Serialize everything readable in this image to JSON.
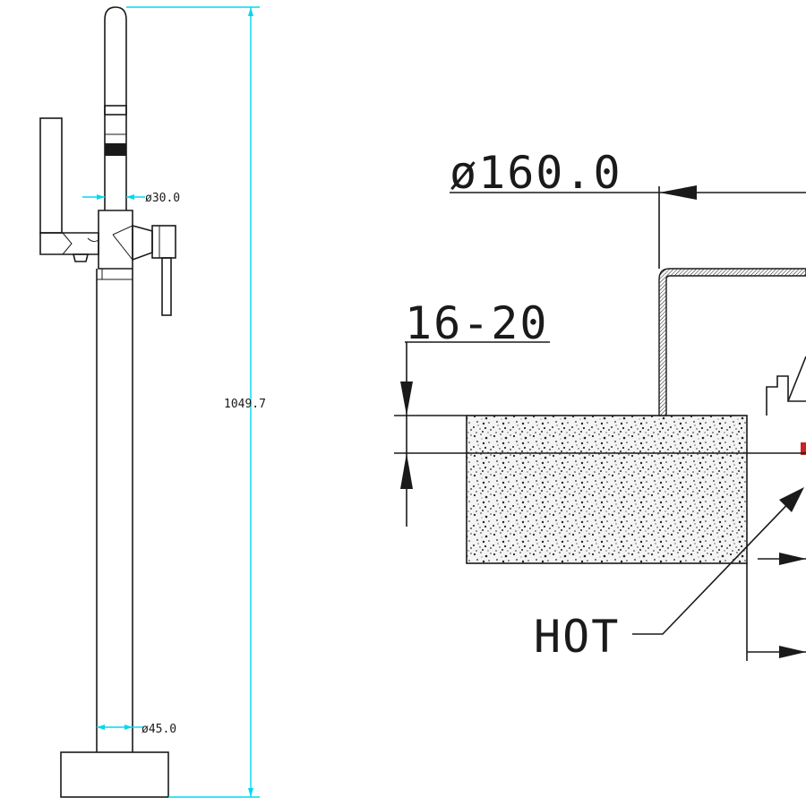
{
  "left_view": {
    "dim_top_diameter": "ø30.0",
    "dim_base_diameter": "ø45.0",
    "dim_total_height": "1049.7"
  },
  "right_view": {
    "dim_diameter": "ø160.0",
    "dim_range": "16-20",
    "label_hot": "HOT"
  },
  "colors": {
    "linework": "#1a1a1a",
    "dimension": "#00d8f0",
    "background": "#ffffff"
  }
}
